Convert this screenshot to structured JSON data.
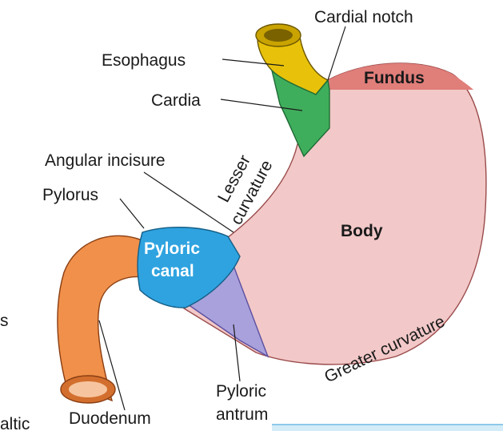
{
  "labels": {
    "cardial_notch": "Cardial notch",
    "esophagus": "Esophagus",
    "fundus": "Fundus",
    "cardia": "Cardia",
    "angular_incisure": "Angular incisure",
    "lesser": "Lesser",
    "curvature": "curvature",
    "pylorus": "Pylorus",
    "body": "Body",
    "pyloric_canal_1": "Pyloric",
    "pyloric_canal_2": "canal",
    "greater_curvature": "Greater curvature",
    "pyloric_antrum_1": "Pyloric",
    "pyloric_antrum_2": "antrum",
    "duodenum": "Duodenum",
    "cut_text_1": "s",
    "cut_text_2": "altic"
  },
  "colors": {
    "body": "#f2c8c8",
    "body_edge": "#9a4a4a",
    "fundus": "#e07e7a",
    "cardia": "#3fae5c",
    "esophagus": "#e8c20a",
    "pyloric_canal": "#2fa3e0",
    "pyloric_antrum": "#a9a1dc",
    "duodenum": "#f0904a"
  }
}
